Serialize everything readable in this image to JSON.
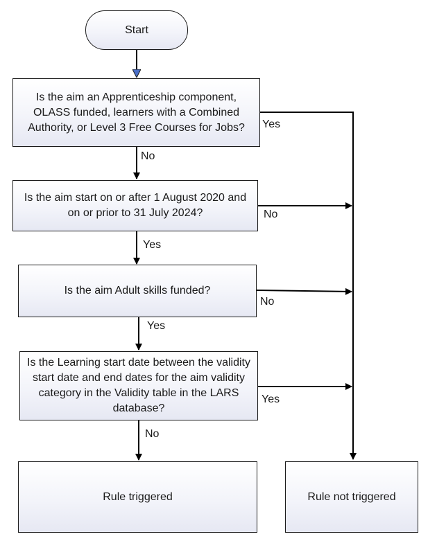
{
  "start": "Start",
  "decisions": [
    {
      "id": "d1",
      "text": "Is the aim an Apprenticeship component, OLASS funded, learners with a Combined Authority, or Level 3 Free Courses for Jobs?"
    },
    {
      "id": "d2",
      "text": "Is the aim start on or after 1 August 2020 and on or prior to 31 July 2024?"
    },
    {
      "id": "d3",
      "text": "Is the aim Adult skills funded?"
    },
    {
      "id": "d4",
      "text": "Is the Learning start date between the validity start date and end dates for the aim validity category in the Validity table in the LARS database?"
    }
  ],
  "outcomes": {
    "triggered": "Rule triggered",
    "not_triggered": "Rule not triggered"
  },
  "edge_labels": {
    "d1_right": "Yes",
    "d1_down": "No",
    "d2_right": "No",
    "d2_down": "Yes",
    "d3_right": "No",
    "d3_down": "Yes",
    "d4_right": "Yes",
    "d4_down": "No"
  },
  "colors": {
    "line": "#000000",
    "box_border": "#1a1a1a",
    "start_arrowhead": "#4a6fc7"
  }
}
